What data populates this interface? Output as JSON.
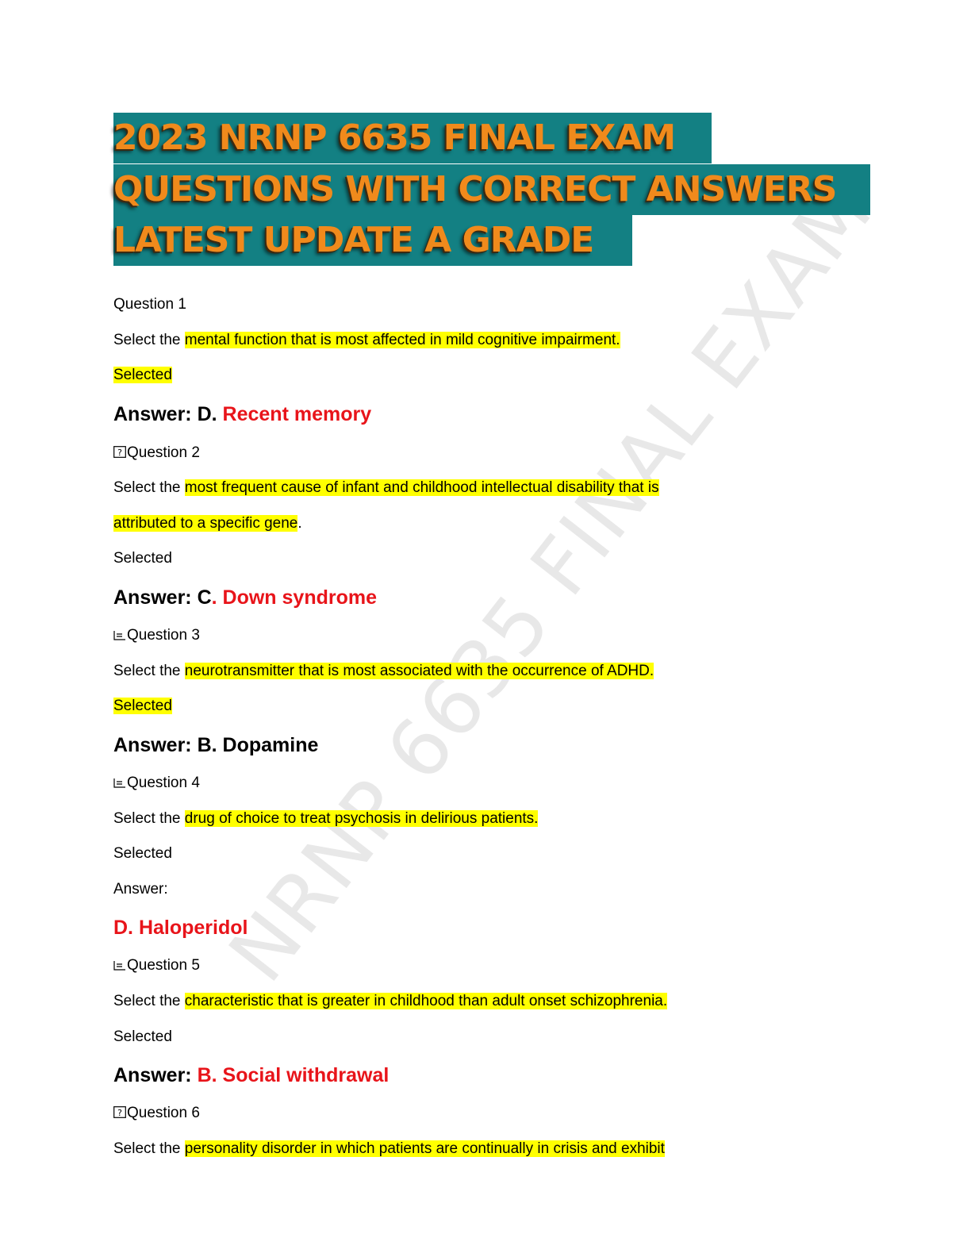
{
  "watermark": "NRNP 6635 FINAL EXAM",
  "title": {
    "line1": "2023 NRNP 6635 FINAL EXAM",
    "line2": "QUESTIONS WITH CORRECT ANSWERS",
    "line3": "LATEST UPDATE A GRADE",
    "bg_color": "#138083",
    "text_color": "#f08a1c"
  },
  "questions": [
    {
      "label": "Question 1",
      "prompt_prefix": "Select the ",
      "prompt_highlight": "mental function that is most affected in mild cognitive impairment.",
      "selected": "Selected",
      "answer_prefix": "Answer: D. ",
      "answer_red": "Recent memory"
    },
    {
      "label": "Question 2",
      "prompt_prefix": "Select the ",
      "prompt_highlight_1": "most frequent cause of infant and childhood intellectual disability that is",
      "prompt_highlight_2": "attributed to a specific gene",
      "prompt_suffix": ".",
      "selected": "Selected",
      "answer_prefix": "Answer: C",
      "answer_red": ". Down syndrome"
    },
    {
      "label": "Question 3",
      "prompt_prefix": "Select the ",
      "prompt_highlight": "neurotransmitter that is most associated with the occurrence of ADHD.",
      "selected": "Selected",
      "answer": "Answer: B. Dopamine"
    },
    {
      "label": "Question 4",
      "prompt_prefix": "Select the ",
      "prompt_highlight": "drug of choice to treat psychosis in delirious patients.",
      "selected": "Selected",
      "answer_label": "Answer:",
      "answer_red": "D. Haloperidol"
    },
    {
      "label": "Question 5",
      "prompt_prefix": "Select the ",
      "prompt_highlight": "characteristic that is greater in childhood than adult onset schizophrenia.",
      "selected": "Selected",
      "answer_prefix": "Answer: ",
      "answer_red": "B. Social withdrawal"
    },
    {
      "label": "Question 6",
      "prompt_prefix": "Select the ",
      "prompt_highlight": "personality disorder in which patients are continually in crisis and exhibit"
    }
  ],
  "colors": {
    "highlight": "#ffff00",
    "answer_red": "#e8141a"
  }
}
